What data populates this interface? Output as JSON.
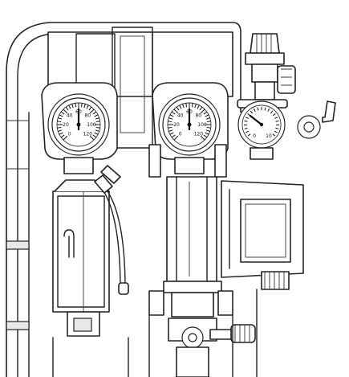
{
  "gauges": {
    "left": {
      "scale": [
        "0",
        "20",
        "40",
        "60",
        "80",
        "100",
        "120"
      ],
      "reading": 60
    },
    "right": {
      "scale": [
        "0",
        "20",
        "40",
        "60",
        "80",
        "100",
        "120"
      ],
      "reading": 60
    },
    "small": {
      "min_label": "0",
      "max_label": "10",
      "reading": 3
    }
  },
  "colors": {
    "line": "#222222",
    "fill": "#ffffff",
    "shade": "#e9e9e9"
  }
}
